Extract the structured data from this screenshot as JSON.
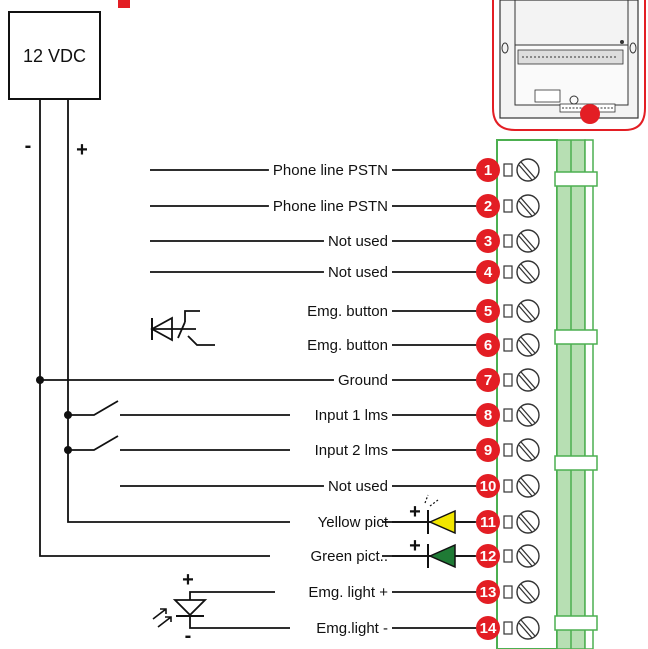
{
  "power_supply": {
    "label": "12 VDC",
    "minus": "-",
    "plus": "+"
  },
  "terminals": [
    {
      "num": "1",
      "label": "Phone line PSTN"
    },
    {
      "num": "2",
      "label": "Phone line PSTN"
    },
    {
      "num": "3",
      "label": "Not used"
    },
    {
      "num": "4",
      "label": "Not used"
    },
    {
      "num": "5",
      "label": "Emg. button"
    },
    {
      "num": "6",
      "label": "Emg. button"
    },
    {
      "num": "7",
      "label": "Ground"
    },
    {
      "num": "8",
      "label": "Input 1 lms"
    },
    {
      "num": "9",
      "label": "Input 2 lms"
    },
    {
      "num": "10",
      "label": "Not used"
    },
    {
      "num": "11",
      "label": "Yellow pict"
    },
    {
      "num": "12",
      "label": "Green pict.."
    },
    {
      "num": "13",
      "label": "Emg. light +"
    },
    {
      "num": "14",
      "label": "Emg.light -"
    }
  ],
  "pict_signs": {
    "yellow_plus": "+",
    "green_plus": "+"
  },
  "light_signs": {
    "plus": "+",
    "minus": "-"
  },
  "colors": {
    "badge": "#e31e24",
    "terminal_block": "#4caf50",
    "terminal_block_light": "#b7dfb3",
    "yellow_led": "#f2e600",
    "green_led": "#1f7a35",
    "device_outline": "#e31e24"
  }
}
